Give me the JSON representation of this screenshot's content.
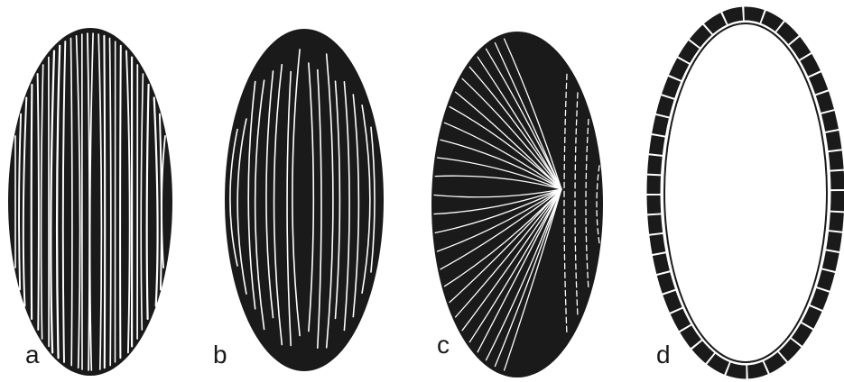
{
  "panels": [
    {
      "label": "a"
    },
    {
      "label": "b"
    },
    {
      "label": "c"
    },
    {
      "label": "d"
    }
  ],
  "colors": {
    "background": "#ffffff",
    "ink": "#1a1a1a",
    "fiber_line": "#ffffff"
  }
}
